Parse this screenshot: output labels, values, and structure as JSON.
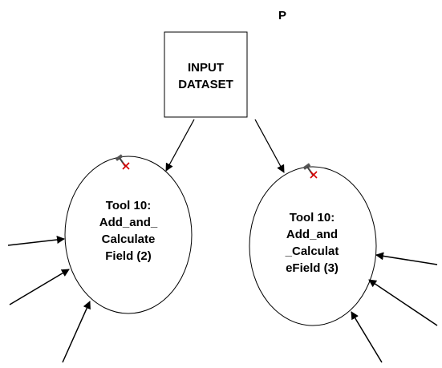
{
  "parameter_marker": "P",
  "input_node": {
    "lines": [
      "INPUT",
      "DATASET"
    ]
  },
  "tool_left": {
    "lines": [
      "Tool 10:",
      "Add_and_",
      "Calculate",
      "Field (2)"
    ],
    "status_icon": "hammer-not-ready-icon"
  },
  "tool_right": {
    "lines": [
      "Tool 10:",
      "Add_and",
      "_Calculat",
      "eField (3)"
    ],
    "status_icon": "hammer-not-ready-icon"
  },
  "colors": {
    "stroke": "#000000",
    "background": "#ffffff",
    "icon_red": "#d40000"
  }
}
